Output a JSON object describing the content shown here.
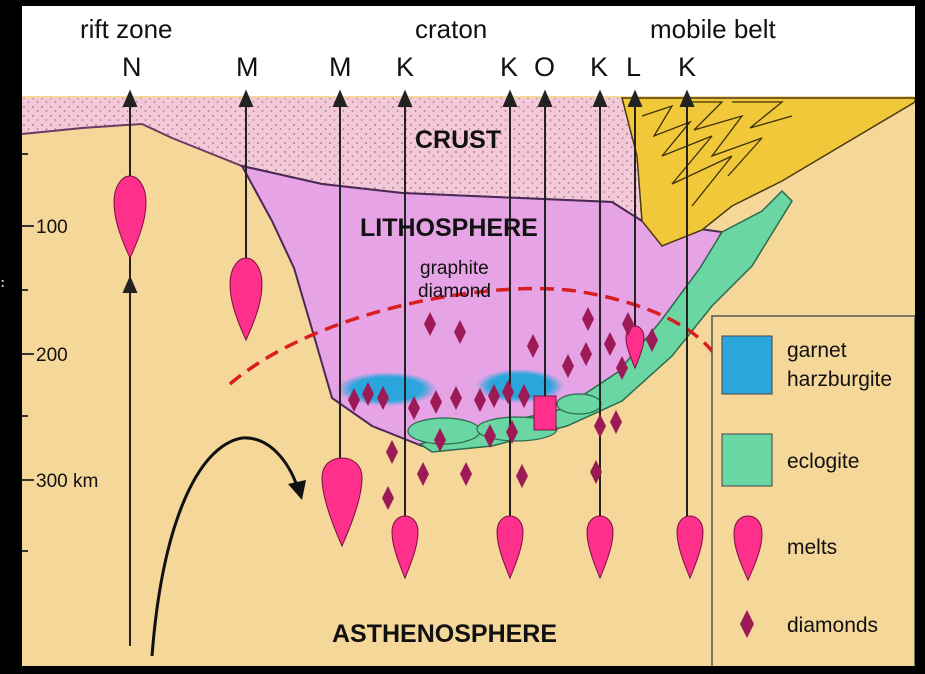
{
  "headers": {
    "rift_zone": "rift zone",
    "craton": "craton",
    "mobile_belt": "mobile belt"
  },
  "locations": [
    "N",
    "M",
    "M",
    "K",
    "K",
    "O",
    "K",
    "L",
    "K"
  ],
  "layers": {
    "crust": "CRUST",
    "lithosphere": "LITHOSPHERE",
    "asthenosphere": "ASTHENOSPHERE"
  },
  "transition": {
    "line1": "graphite",
    "line2": "diamond"
  },
  "depth_ticks": [
    "100",
    "200",
    "300 km"
  ],
  "legend": {
    "garnet_line1": "garnet",
    "garnet_line2": "harzburgite",
    "eclogite": "eclogite",
    "melts": "melts",
    "diamonds": "diamonds"
  },
  "colors": {
    "crust": "#f3c9d9",
    "lithosphere": "#e6a3e6",
    "asthenosphere": "#f6d79a",
    "mobile_belt": "#f1c83a",
    "garnet_harzburgite": "#2aa6dd",
    "eclogite": "#6ad6a4",
    "melt": "#ff2f8c",
    "diamond": "#9c1a55",
    "transition_line": "#d81e1e"
  },
  "side_mark": ":"
}
